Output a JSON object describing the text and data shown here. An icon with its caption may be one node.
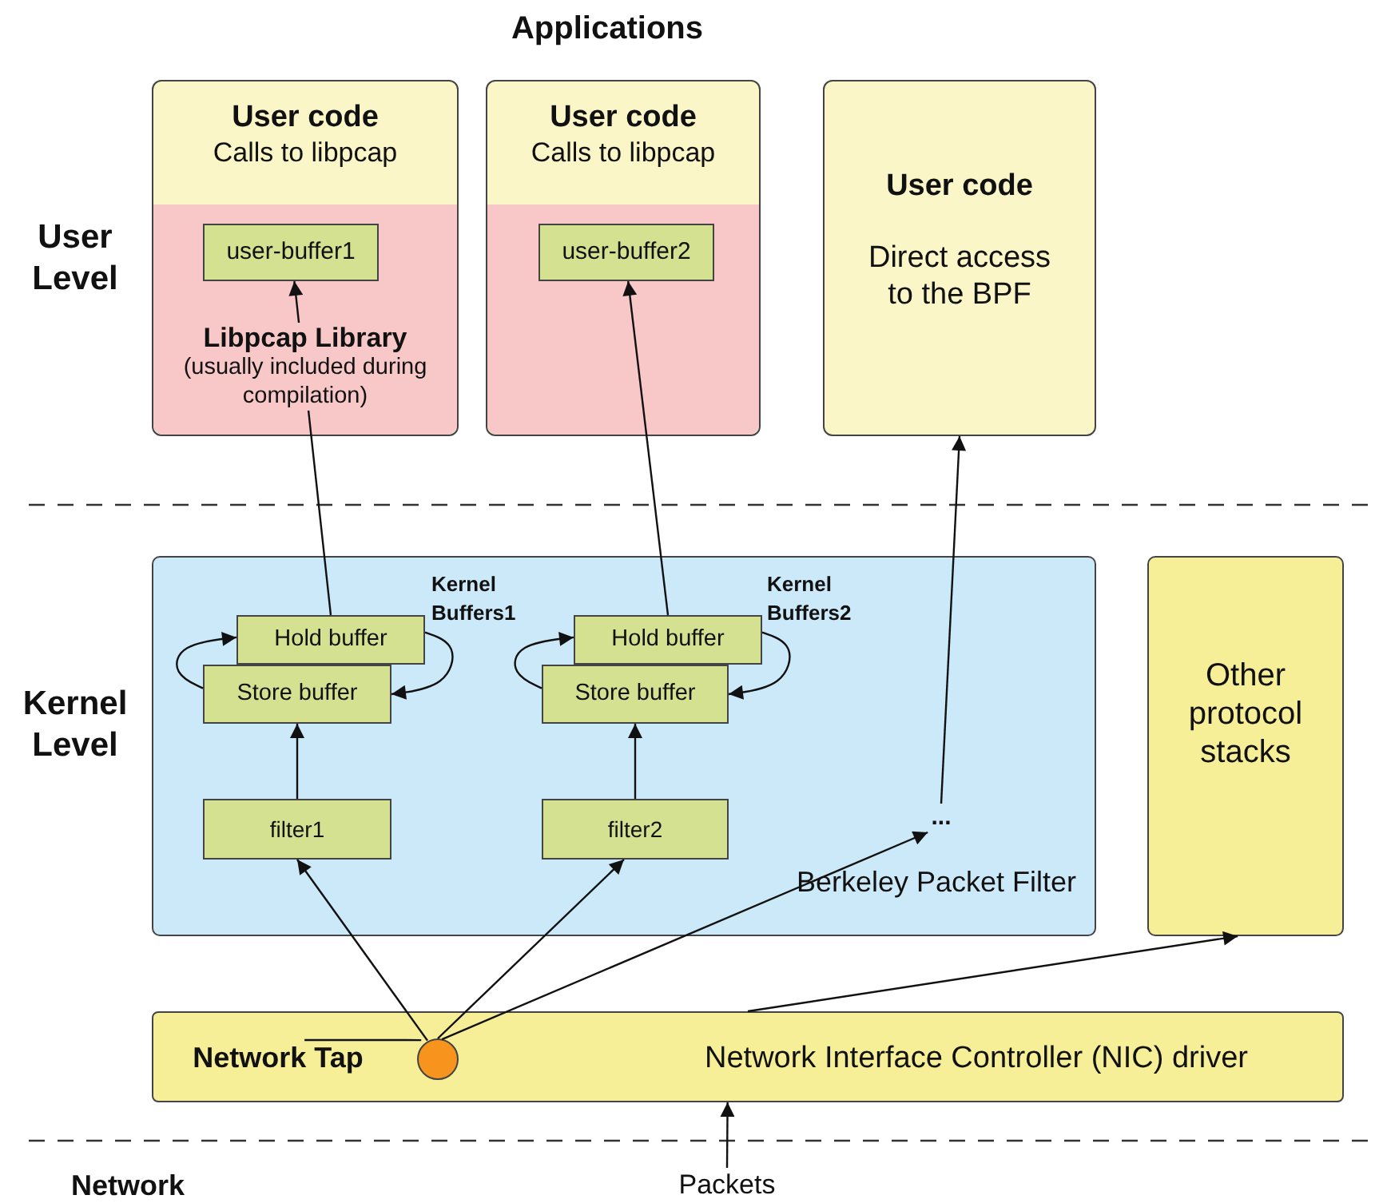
{
  "diagram": {
    "title": "Applications",
    "nodes": [
      {
        "text": [
          "User code",
          "Calls to libpcap"
        ]
      },
      {
        "text": [
          "Libpcap Library",
          "(usually included during compilation)"
        ],
        "in": 0
      },
      {
        "text": [
          "user-buffer1"
        ],
        "in": 1
      },
      {
        "text": [
          "User code",
          "Calls to libpcap"
        ]
      },
      {
        "text": [],
        "shape": "box",
        "in": 3
      },
      {
        "text": [
          "user-buffer2"
        ],
        "in": 4
      },
      {
        "text": [
          "User code",
          "Direct access to the BPF"
        ]
      },
      {
        "text": [
          "Berkeley Packet Filter"
        ]
      },
      {
        "text": [
          "Hold buffer"
        ],
        "in": 7,
        "beside": [
          "Kernel Buffers1"
        ]
      },
      {
        "text": [
          "Store buffer"
        ],
        "in": 7
      },
      {
        "text": [
          "filter1"
        ],
        "in": 7
      },
      {
        "text": [
          "Hold buffer"
        ],
        "in": 7,
        "beside": [
          "Kernel Buffers2"
        ]
      },
      {
        "text": [
          "Store buffer"
        ],
        "in": 7
      },
      {
        "text": [
          "filter2"
        ],
        "in": 7
      },
      {
        "text": [
          "..."
        ],
        "in": 7
      },
      {
        "text": [
          "Other protocol stacks"
        ]
      },
      {
        "text": [
          "Network Interface Controller (NIC) driver"
        ]
      },
      {
        "text": [
          "Network Tap"
        ],
        "in": 16
      },
      {
        "text": [],
        "shape": "circle",
        "in": 16
      },
      {
        "text": [
          "Packets"
        ]
      }
    ],
    "edges": [
      {
        "from": 18,
        "to": 10,
        "arrow": "to"
      },
      {
        "from": 18,
        "to": 13,
        "arrow": "to"
      },
      {
        "from": 18,
        "to": 14,
        "arrow": "to"
      },
      {
        "from": 10,
        "to": 9,
        "arrow": "to"
      },
      {
        "from": 13,
        "to": 12,
        "arrow": "to"
      },
      {
        "from": 9,
        "to": 8,
        "arrow": "to"
      },
      {
        "from": 8,
        "to": 9,
        "arrow": "to"
      },
      {
        "from": 12,
        "to": 11,
        "arrow": "to"
      },
      {
        "from": 11,
        "to": 12,
        "arrow": "to"
      },
      {
        "from": 8,
        "to": 2,
        "arrow": "to"
      },
      {
        "from": 11,
        "to": 5,
        "arrow": "to"
      },
      {
        "from": 14,
        "to": 6,
        "arrow": "to"
      },
      {
        "from": 16,
        "to": 15,
        "arrow": "to"
      },
      {
        "from": 19,
        "to": 16,
        "arrow": "to"
      },
      {
        "from": 17,
        "to": 18,
        "arrow": "none"
      }
    ],
    "labels": [
      "User Level",
      "Kernel Level",
      "Network"
    ]
  }
}
